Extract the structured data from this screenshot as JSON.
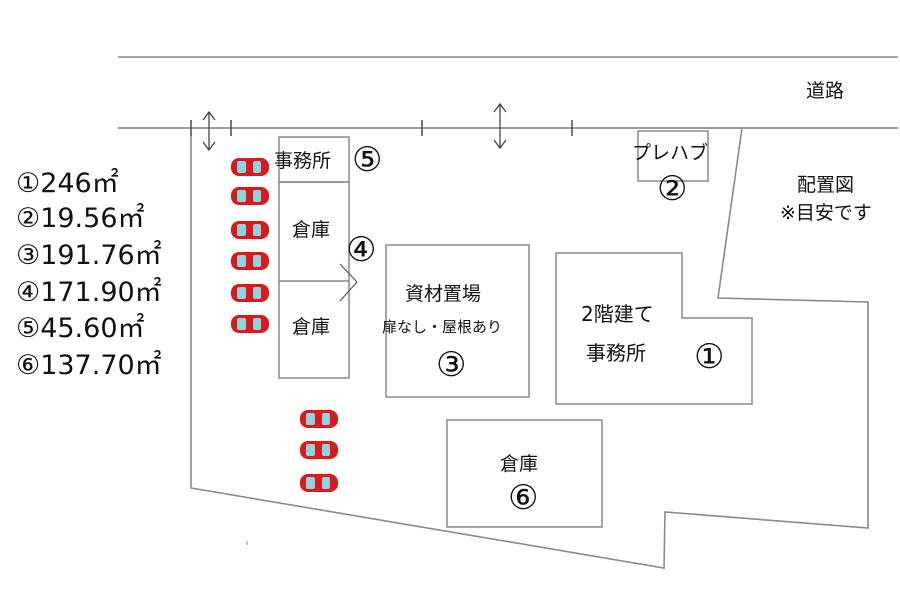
{
  "road": {
    "label": "道路"
  },
  "legend": {
    "title": "配置図",
    "note": "※目安です"
  },
  "areas": [
    {
      "text": "①246㎡"
    },
    {
      "text": "②19.56㎡"
    },
    {
      "text": "③191.76㎡"
    },
    {
      "text": "④171.90㎡"
    },
    {
      "text": "⑤45.60㎡"
    },
    {
      "text": "⑥137.70㎡"
    }
  ],
  "buildings": {
    "office_small": {
      "label": "事務所",
      "number": "⑤"
    },
    "warehouse_top": {
      "label": "倉庫"
    },
    "warehouse_bottom": {
      "label": "倉庫"
    },
    "warehouse_group_number": "④",
    "materials": {
      "label": "資材置場",
      "sub": "扉なし・屋根あり",
      "number": "③"
    },
    "prefab": {
      "label": "プレハブ",
      "number": "②"
    },
    "main_office": {
      "label_line1": "2階建て",
      "label_line2": "事務所",
      "number": "①"
    },
    "warehouse_six": {
      "label": "倉庫",
      "number": "⑥"
    }
  },
  "colors": {
    "line": "#8a8a8a",
    "road_line": "#7a7a7a",
    "car_body": "#d81a1a",
    "car_window": "#8fd3e0"
  }
}
